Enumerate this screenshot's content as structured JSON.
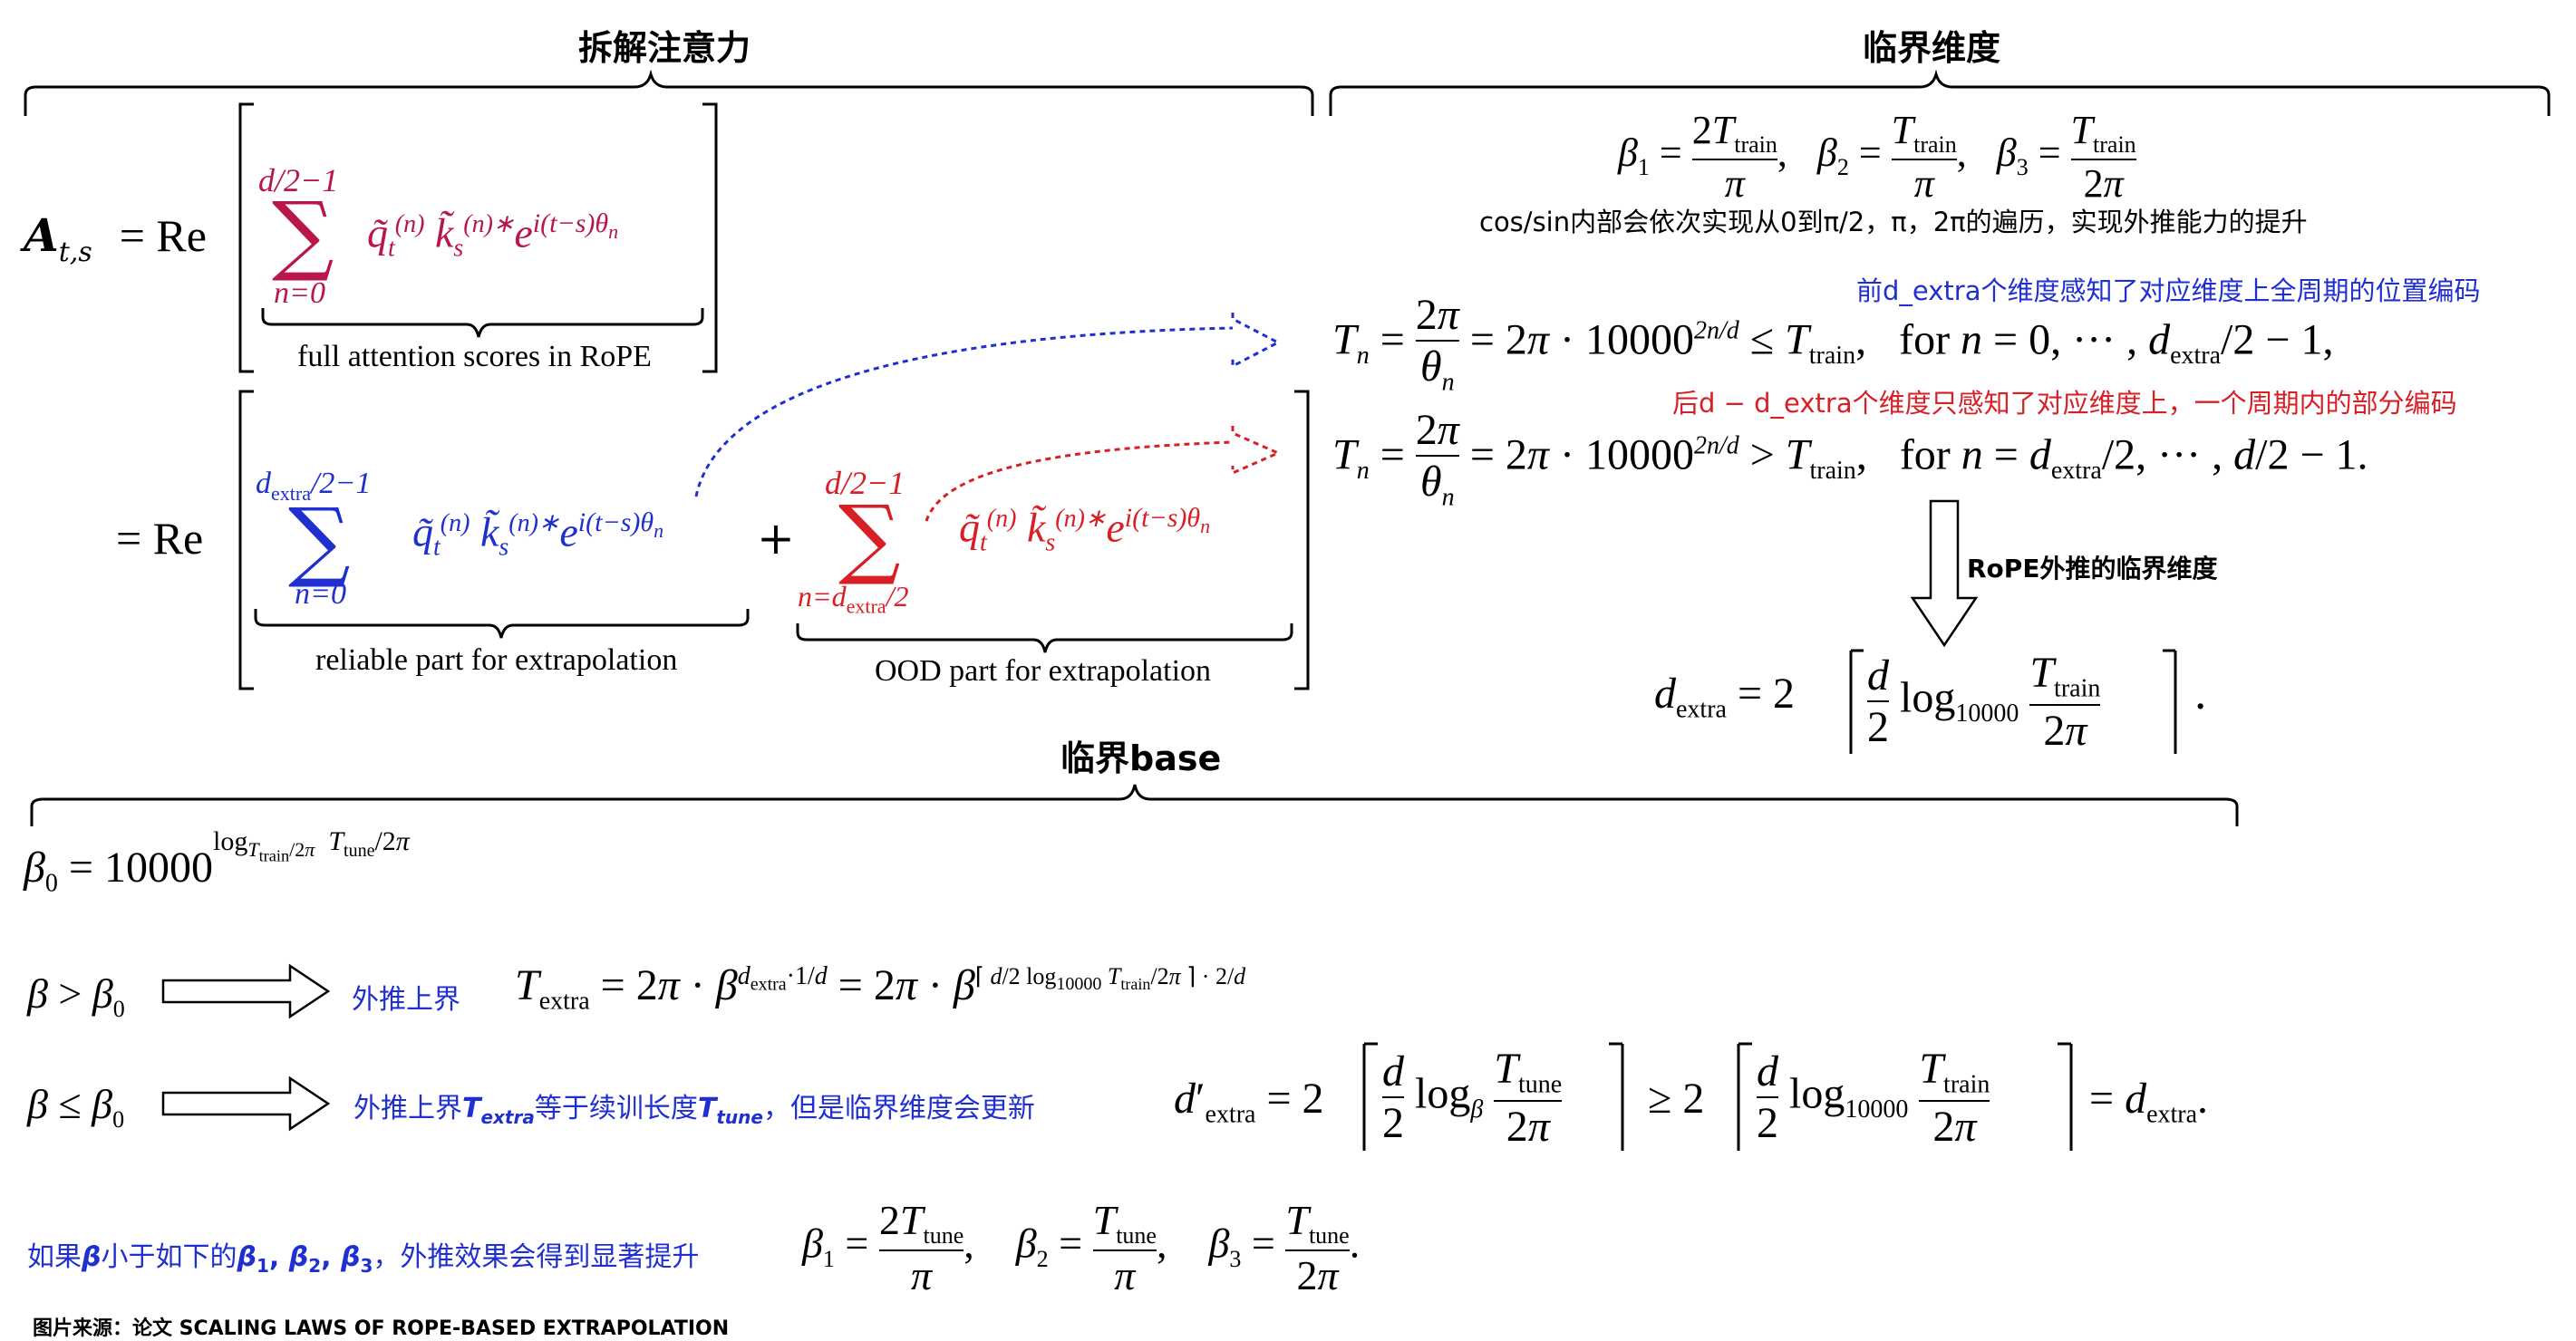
{
  "headers": {
    "decompose": "拆解注意力",
    "critical_dim": "临界维度",
    "critical_base": "临界base"
  },
  "attention": {
    "lhs": "A",
    "lhs_sub": "t,s",
    "eq_re": "= Re",
    "sum_top_full": "d/2−1",
    "sum_bot_full": "n=0",
    "term": "q̃ₜ⁽ⁿ⁾ k̃ₛ⁽ⁿ⁾* e^{i(t−s)θₙ}",
    "full_caption": "full attention scores in RoPE",
    "eq_re2": "= Re",
    "sum_top_reliable": "d_extra/2−1",
    "sum_bot_reliable": "n=0",
    "plus": "+",
    "sum_top_ood": "d/2−1",
    "sum_bot_ood": "n=d_extra/2",
    "reliable_caption": "reliable part for extrapolation",
    "ood_caption": "OOD part for extrapolation"
  },
  "critical": {
    "betas": "β₁ = 2T_train/π,   β₂ = T_train/π,   β₃ = T_train/2π",
    "note": "cos/sin内部会依次实现从0到π/2，π，2π的遍历，实现外推能力的提升",
    "note_blue": "前d_extra个维度感知了对应维度上全周期的位置编码",
    "eq1": "T_n = 2π/θ_n = 2π · 10000^{2n/d} ≤ T_train,   for n = 0, ··· , d_extra/2 − 1,",
    "note_red": "后d − d_extra个维度只感知了对应维度上，一个周期内的部分编码",
    "eq2": "T_n = 2π/θ_n = 2π · 10000^{2n/d} > T_train,   for n = d_extra/2, ··· , d/2 − 1.",
    "arrow_label": "RoPE外推的临界维度",
    "dextra": "d_extra = 2 ⌈ d/2 log₁₀₀₀₀ T_train/2π ⌉ ."
  },
  "base": {
    "beta0": "β₀ = 10000^{log_{T_train/2π} T_tune/2π}",
    "cond1": "β > β₀",
    "cond1_note": "外推上界",
    "cond1_eq": "T_extra = 2π · β^{d_extra · 1/d} = 2π · β^{⌈d/2 log₁₀₀₀₀ T_train/2π⌉ · 2/d}",
    "cond2": "β ≤ β₀",
    "cond2_note": "外推上界T_extra等于续训长度T_tune，但是临界维度会更新",
    "cond2_eq": "d′_extra = 2 ⌈ d/2 log_β T_tune/2π ⌉ ≥ 2 ⌈ d/2 log₁₀₀₀₀ T_train/2π ⌉ = d_extra.",
    "cond3_note": "如果β小于如下的β₁, β₂, β₃，外推效果会得到显著提升",
    "cond3_eq": "β₁ = 2T_tune/π,   β₂ = T_tune/π,   β₃ = T_tune/2π."
  },
  "source": "图片来源：论文 SCALING LAWS OF ROPE-BASED EXTRAPOLATION",
  "colors": {
    "blue": "#1f2fd0",
    "red": "#d81f26",
    "crimson": "#b8174a"
  }
}
